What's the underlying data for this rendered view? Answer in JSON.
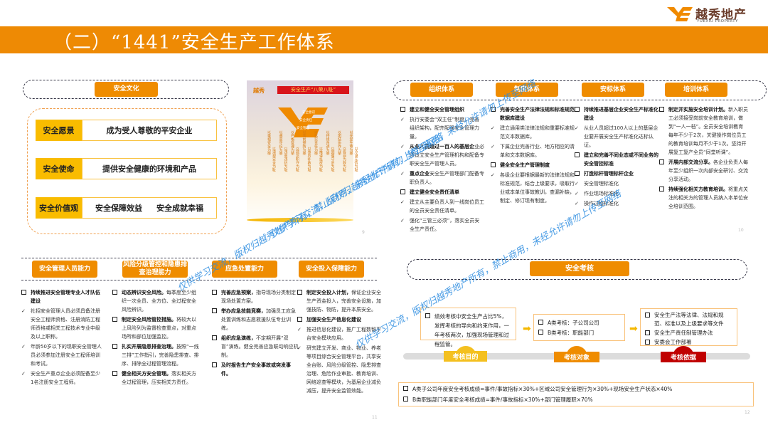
{
  "header": {
    "title": "（二）“1441”安全生产工作体系",
    "logo_cn": "越秀地产",
    "logo_en": "YUEXIU PROPERTY",
    "accent": "#ee8a04"
  },
  "culture": {
    "label": "安全文化",
    "rows": [
      {
        "k": "安全愿景",
        "v": [
          "成为受人尊敬的平安企业"
        ]
      },
      {
        "k": "安全使命",
        "v": [
          "提供安全健康的环境和产品"
        ]
      },
      {
        "k": "安全价值观",
        "v": [
          "安全保障效益",
          "安全成就幸福"
        ]
      }
    ],
    "page": "9"
  },
  "poster": {
    "title": "安全生产“八荣八耻”",
    "logo": "越秀",
    "items": [
      "安全意识",
      "安全责任",
      "安全管理"
    ],
    "cols": [
      "以重视安全为荣",
      "以漠视安全为耻",
      "以遵章守纪为荣",
      "以违章违纪为耻",
      "以严格管理为荣",
      "以疏忽职守为耻",
      "以事前预防为荣",
      "以事后补救为耻",
      "以落实责任为荣",
      "以推诿扯皮为耻",
      "以持续改进为荣",
      "以因循守旧为耻",
      "以团结协作为荣",
      "以各自为政为耻",
      "以关爱生命为荣",
      "以冷漠无情为耻"
    ]
  },
  "systems": {
    "page": "10",
    "cols": [
      {
        "label": "组织体系",
        "items": [
          {
            "t": "sq",
            "text": "建立和健全安全管理组织"
          },
          {
            "t": "ck",
            "text": "执行安委会“双主任”制度，完善组织架构，配齐配强安全管理力量。"
          },
          {
            "t": "ck",
            "b": "从业人员超过一百人的基层企",
            "text": "业必须设立安全生产管理机构和配备专职安全生产管理人员。"
          },
          {
            "t": "ck",
            "b": "重点企业",
            "text": "安全生产管理部门配备专职负责人。"
          },
          {
            "t": "sq",
            "text": "建立健全安全责任清单"
          },
          {
            "t": "ck",
            "text": "建立从主要负责人到一线岗位员工的全员安全责任清单。"
          },
          {
            "t": "ck",
            "text": "强化“三管三必须”，落实全员安全生产责任。"
          }
        ]
      },
      {
        "label": "制度体系",
        "items": [
          {
            "t": "sq",
            "text": "完善安全生产法律法规和标准规范数据库建设"
          },
          {
            "t": "ck",
            "text": "建立通用类法律法规和重要标准规范文本数据库。"
          },
          {
            "t": "ck",
            "text": "下属企业完善行业、地方相应的清单和文本数据库。"
          },
          {
            "t": "sq",
            "text": "健全安全生产管理制度"
          },
          {
            "t": "ck",
            "text": "各级企业要根据最新的法律法规和标准规范，结合上级要求，吸取行业或本单位事故教训，查漏补缺，制定、修订现有制度。"
          }
        ]
      },
      {
        "label": "安标体系",
        "items": [
          {
            "t": "sq",
            "text": "持续推进基层企业安全生产标准化建设"
          },
          {
            "t": "ck",
            "text": "从业人员超过100人以上的基层企业要开展安全生产标准化达标认证。"
          },
          {
            "t": "sq",
            "text": "建立和完善不同业态或不同业务的安全管控标准"
          },
          {
            "t": "sq",
            "text": "打造标杆管理标杆企业"
          },
          {
            "t": "ck",
            "text": "安全管理标准化"
          },
          {
            "t": "ck",
            "text": "作业现场标准化"
          },
          {
            "t": "ck",
            "text": "操作过程标准化"
          }
        ]
      },
      {
        "label": "培训体系",
        "items": [
          {
            "t": "sq",
            "b": "制定并实施安全培训计划。",
            "text": "新入职员工必须接受岗前安全教育培训，做到“一人一档”。全员安全培训教育每年不少于2次，关键操作岗位员工的教育培训每月不少于1次。坚持开展复工复产全员“同堂听课”。"
          },
          {
            "t": "sq",
            "b": "开展内部交流分享。",
            "text": "各企业负责人每年至少组织一次内部安全研讨、交流分享活动。"
          },
          {
            "t": "sq",
            "b": "持续强化相关方教育培训。",
            "text": "将重点关注的相关方的管理人员纳入本单位安全培训范围。"
          }
        ]
      }
    ]
  },
  "abilities": {
    "page": "11",
    "cols": [
      {
        "label": "安全管理人员能力",
        "items": [
          {
            "t": "sq",
            "b": "持续推进安全管理专业人才队伍建设",
            "text": ""
          },
          {
            "t": "ck",
            "text": "社招安全管理人员必须具备注册安全工程师资格、注册消防工程师资格或相关工程技术专业中级及以上职称。"
          },
          {
            "t": "ck",
            "text": "年龄50岁以下的现职安全管理人员必须参加注册安全工程师培训和考试。"
          },
          {
            "t": "ck",
            "text": "安全生产重点企业必须配备至少1名注册安全工程师。"
          }
        ]
      },
      {
        "label": "风险分级管控和隐患排查治理能力",
        "items": [
          {
            "t": "sq",
            "b": "动态辨识安全风险。",
            "text": "每季度至少组织一次全员、全方位、全过程安全风险辨识。"
          },
          {
            "t": "sq",
            "b": "制定安全风险管控措施。",
            "text": "将较大以上风险列为监督检查重点，对重点场所和部位加强监控。"
          },
          {
            "t": "sq",
            "b": "扎实开展隐患排查治理。",
            "text": "按照“一线三排”工作指引，完善隐患排查、排序、排除全过程管理流程。"
          },
          {
            "t": "sq",
            "b": "健全相关方安全管理。",
            "text": "落实相关方全过程管理，压实相关方责任。"
          }
        ]
      },
      {
        "label": "应急处置能力",
        "items": [
          {
            "t": "sq",
            "b": "完善应急预案，",
            "text": "指导现场分类制定现场处置方案。"
          },
          {
            "t": "sq",
            "b": "举办应急技能竞赛，",
            "text": "加强员工应急处置训练和志愿救援队伍专业训练。"
          },
          {
            "t": "sq",
            "b": "组织应急演练，",
            "text": "不定期开展“双盲”演练。健全完善应急联动响应机制。"
          },
          {
            "t": "sq",
            "text": "及时报告生产安全事故或突发事件。"
          }
        ]
      },
      {
        "label": "安全投入保障能力",
        "items": [
          {
            "t": "sq",
            "b": "制定安全投入计划，",
            "text": "保证企业安全生产资金投入，完善安全设施，加强技防、物防，提升本质安全。"
          },
          {
            "t": "sq",
            "b": "加强安全生产信息化建设",
            "text": ""
          },
          {
            "t": "ck",
            "text": "推进信息化建设，推广工程数智平台安全模块应用。"
          },
          {
            "t": "ck",
            "text": "研究建立开发、商业、物业、养老等项目综合安全管理平台，共享安全台账、风险分级管控、隐患排查治理、危险作业审批、教育培训、网络巡查等模块，为基层企业减负减压，提升安全监管效能。"
          }
        ]
      }
    ]
  },
  "assessment": {
    "label": "安全考核",
    "page": "12",
    "purpose": {
      "tab": "考核目的",
      "items": [
        "绩效考核中安全生产占比5%，发挥考核的导向和约束作用，一年考核两次，加强现场管理和过程监管。"
      ]
    },
    "target": {
      "tab": "考核对象",
      "items": [
        "A类考核：子公司公司",
        "B类考核：职能部门"
      ]
    },
    "basis": {
      "tab": "考核依据",
      "items": [
        "安全生产法等法律、法规和规范、标准以及上级要求等文件",
        "安全生产责任制管理办法",
        "安委会工作部署"
      ]
    },
    "formulas": [
      "A类子公司年度安全考核成绩=事件/事故指标×30%+区域公司安全管理行为×30%+现场安全生产状态×40%",
      "B类职能部门年度安全考核成绩=事件/事故指标×30%+部门管理履职×70%"
    ]
  },
  "watermark": "仅供学习交流，版权归越秀地产所有，禁止商用，未经允许请勿上传至网络"
}
